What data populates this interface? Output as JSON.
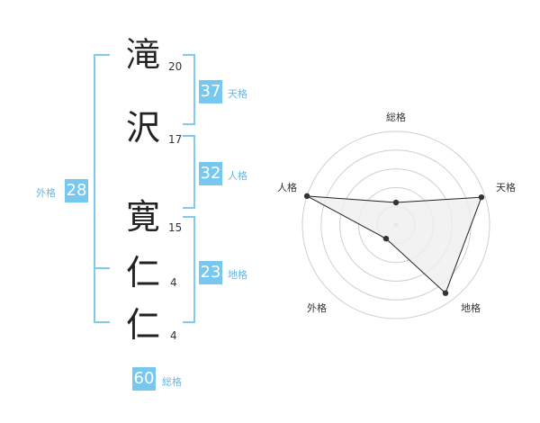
{
  "name": {
    "characters": [
      {
        "char": "滝",
        "strokes": "20"
      },
      {
        "char": "沢",
        "strokes": "17"
      },
      {
        "char": "寛",
        "strokes": "15"
      },
      {
        "char": "仁",
        "strokes": "4"
      },
      {
        "char": "仁",
        "strokes": "4"
      }
    ]
  },
  "scores": {
    "tenkaku": {
      "value": "37",
      "label": "天格"
    },
    "jinkaku": {
      "value": "32",
      "label": "人格"
    },
    "chikaku": {
      "value": "23",
      "label": "地格"
    },
    "gaikaku": {
      "value": "28",
      "label": "外格"
    },
    "soukaku": {
      "value": "60",
      "label": "総格"
    }
  },
  "chart_data": {
    "type": "radar",
    "axes": [
      "総格",
      "天格",
      "地格",
      "外格",
      "人格"
    ],
    "values": [
      1.2,
      4.8,
      4.5,
      0.9,
      5.0
    ],
    "rmax": 5,
    "rings": 5,
    "colors": {
      "fill": "#efefef",
      "line": "#222222",
      "grid": "#cfcfcf",
      "point": "#333333"
    }
  }
}
